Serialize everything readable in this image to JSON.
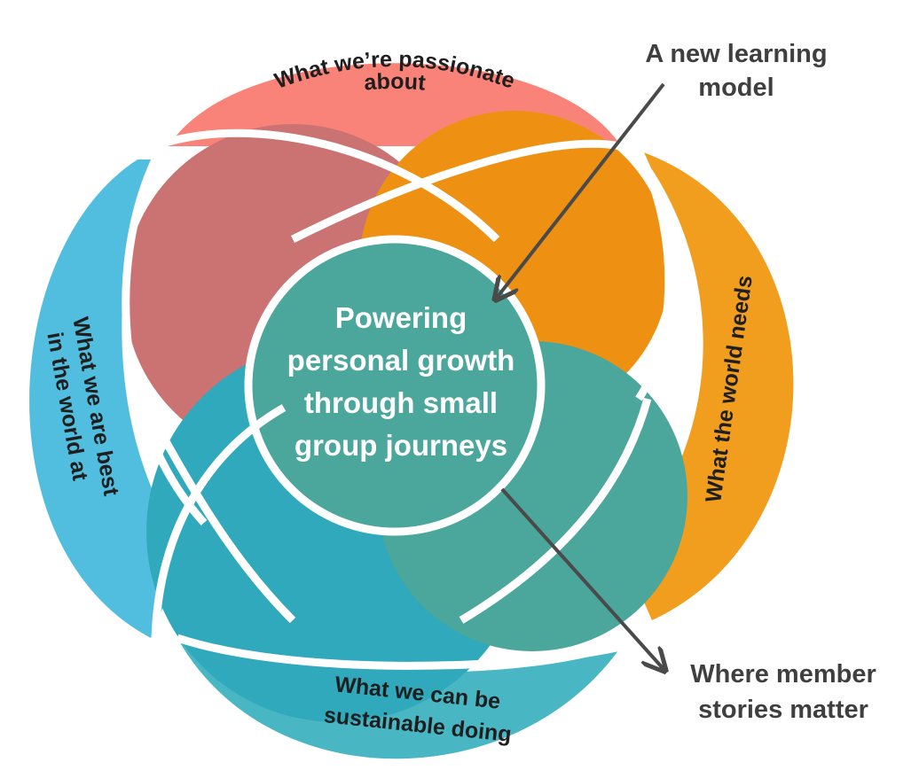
{
  "circles": {
    "passionate": {
      "label": "What we’re passionate about",
      "lines": [
        "What we’re passionate",
        "about"
      ],
      "color": "#fa8379"
    },
    "world_needs": {
      "label": "What the world needs",
      "color": "#f19e1e"
    },
    "best_at": {
      "label": "What we are best in the world at",
      "lines": [
        "What we are best",
        "in the world at"
      ],
      "color": "#52bedf"
    },
    "sustainable": {
      "label": "What we can be sustainable doing",
      "lines": [
        "What we can be",
        "sustainable doing"
      ],
      "color": "#49b6c4"
    }
  },
  "overlap_colors": {
    "passionate_best": "#cb7373",
    "passionate_needs": "#ee9112",
    "best_sustainable": "#2fa9bb",
    "center": "#4ba69b"
  },
  "center": {
    "lines": [
      "Powering",
      "personal growth",
      "through small",
      "group journeys"
    ]
  },
  "callouts": {
    "learning_model": {
      "lines": [
        "A new learning",
        "model"
      ]
    },
    "member_stories": {
      "lines": [
        "Where member",
        "stories matter"
      ]
    }
  },
  "colors": {
    "stroke": "#ffffff",
    "arrow": "#4a4a4a",
    "callout_text": "#3f3f3f"
  }
}
